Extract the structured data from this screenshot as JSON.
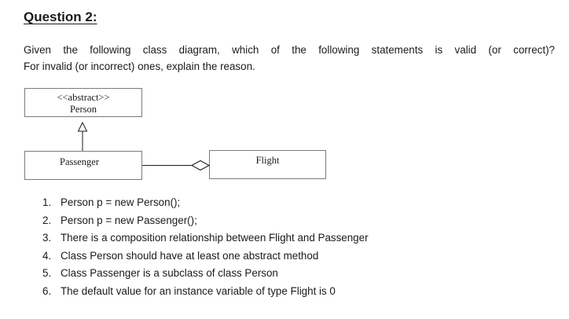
{
  "question": {
    "title": "Question 2:",
    "intro_line1": "Given the following class diagram, which of the following statements is valid (or correct)?",
    "intro_line2": "For invalid (or incorrect) ones, explain the reason."
  },
  "diagram": {
    "person": {
      "stereotype": "<<abstract>>",
      "name": "Person"
    },
    "passenger": {
      "name": "Passenger"
    },
    "flight": {
      "name": "Flight"
    },
    "relationships": [
      {
        "type": "generalization",
        "from": "Passenger",
        "to": "Person",
        "marker": "hollow-triangle"
      },
      {
        "type": "aggregation",
        "from": "Passenger",
        "to": "Flight",
        "marker": "hollow-diamond"
      }
    ]
  },
  "statements": [
    {
      "num": "1.",
      "text": "Person p = new Person();"
    },
    {
      "num": "2.",
      "text": "Person p = new Passenger();"
    },
    {
      "num": "3.",
      "text": "There is a composition relationship between Flight and Passenger"
    },
    {
      "num": "4.",
      "text": "Class Person should have at least one abstract method"
    },
    {
      "num": "5.",
      "text": "Class Passenger is a subclass of class Person"
    },
    {
      "num": "6.",
      "text": "The default value for an instance variable of type Flight is 0"
    }
  ]
}
